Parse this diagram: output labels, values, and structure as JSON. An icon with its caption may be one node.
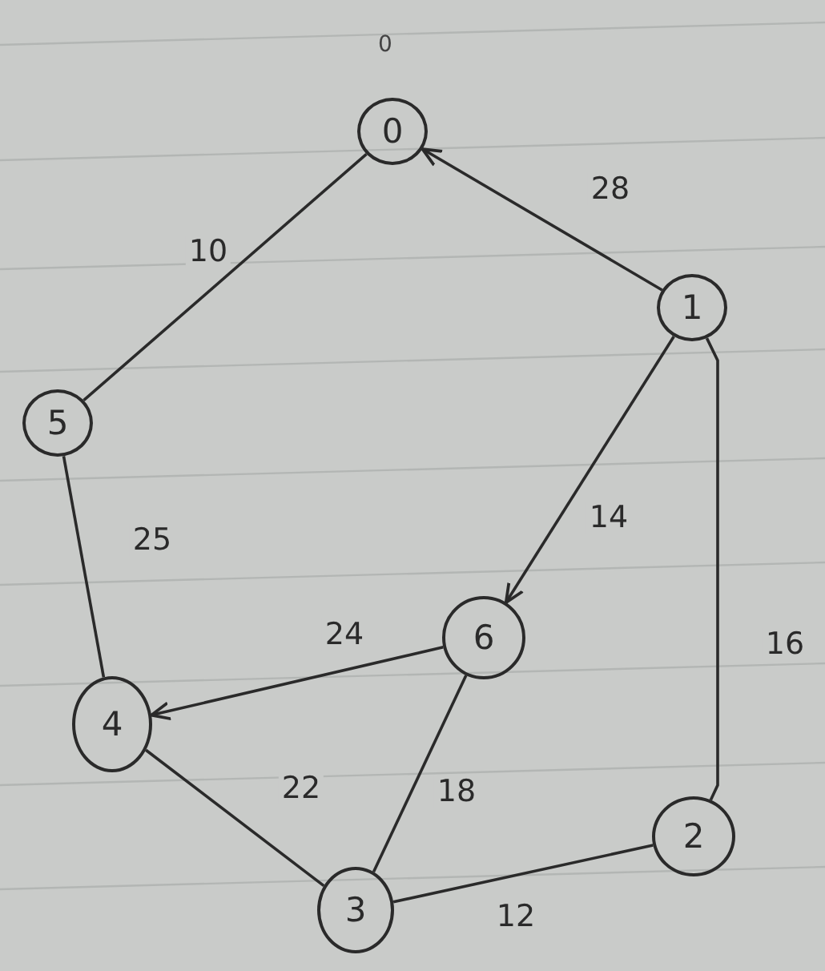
{
  "diagram": {
    "nodes": [
      {
        "text": [
          "0"
        ],
        "beside": [
          "0"
        ]
      },
      {
        "text": [
          "1"
        ]
      },
      {
        "text": [
          "2"
        ]
      },
      {
        "text": [
          "3"
        ]
      },
      {
        "text": [
          "4"
        ]
      },
      {
        "text": [
          "5"
        ]
      },
      {
        "text": [
          "6"
        ]
      }
    ],
    "edges": [
      {
        "from": 1,
        "to": 0,
        "arrow": "to",
        "label": "28"
      },
      {
        "from": 5,
        "to": 0,
        "arrow": "none",
        "label": "10"
      },
      {
        "from": 1,
        "to": 6,
        "arrow": "to",
        "label": "14"
      },
      {
        "from": 1,
        "to": 2,
        "arrow": "none",
        "label": "16"
      },
      {
        "from": 5,
        "to": 4,
        "arrow": "none",
        "label": "25"
      },
      {
        "from": 6,
        "to": 4,
        "arrow": "to",
        "label": "24"
      },
      {
        "from": 4,
        "to": 3,
        "arrow": "none",
        "label": "22"
      },
      {
        "from": 3,
        "to": 6,
        "arrow": "none",
        "label": "18"
      },
      {
        "from": 3,
        "to": 2,
        "arrow": "none",
        "label": "12"
      }
    ]
  }
}
